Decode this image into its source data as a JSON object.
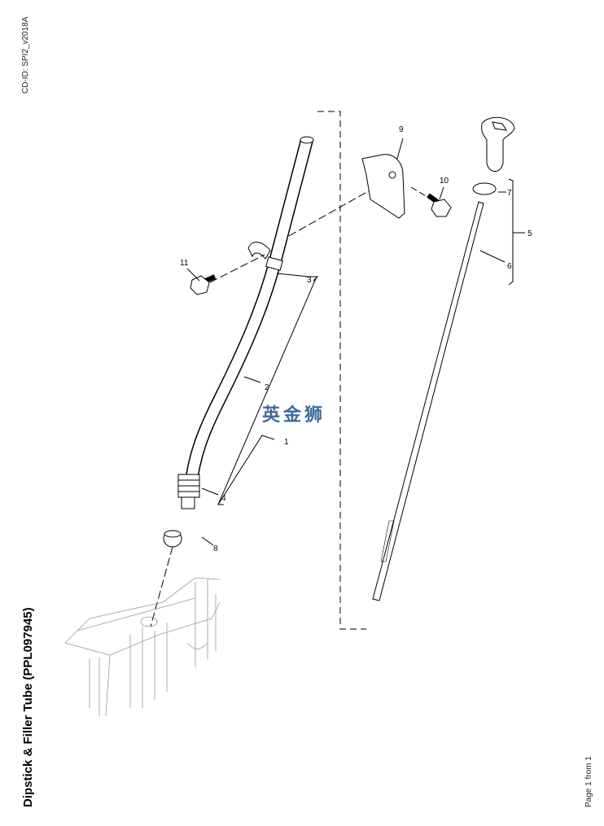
{
  "header": {
    "cd_id": "CD-ID: SPI2_v2018A"
  },
  "title": "Dipstick & Filler Tube (PPL097945)",
  "footer": {
    "page": "Page 1 from 1"
  },
  "watermark": "英金狮",
  "callouts": [
    "1",
    "2",
    "3",
    "4",
    "5",
    "6",
    "7",
    "8",
    "9",
    "10",
    "11"
  ],
  "colors": {
    "watermark": "#3e6a9a"
  }
}
